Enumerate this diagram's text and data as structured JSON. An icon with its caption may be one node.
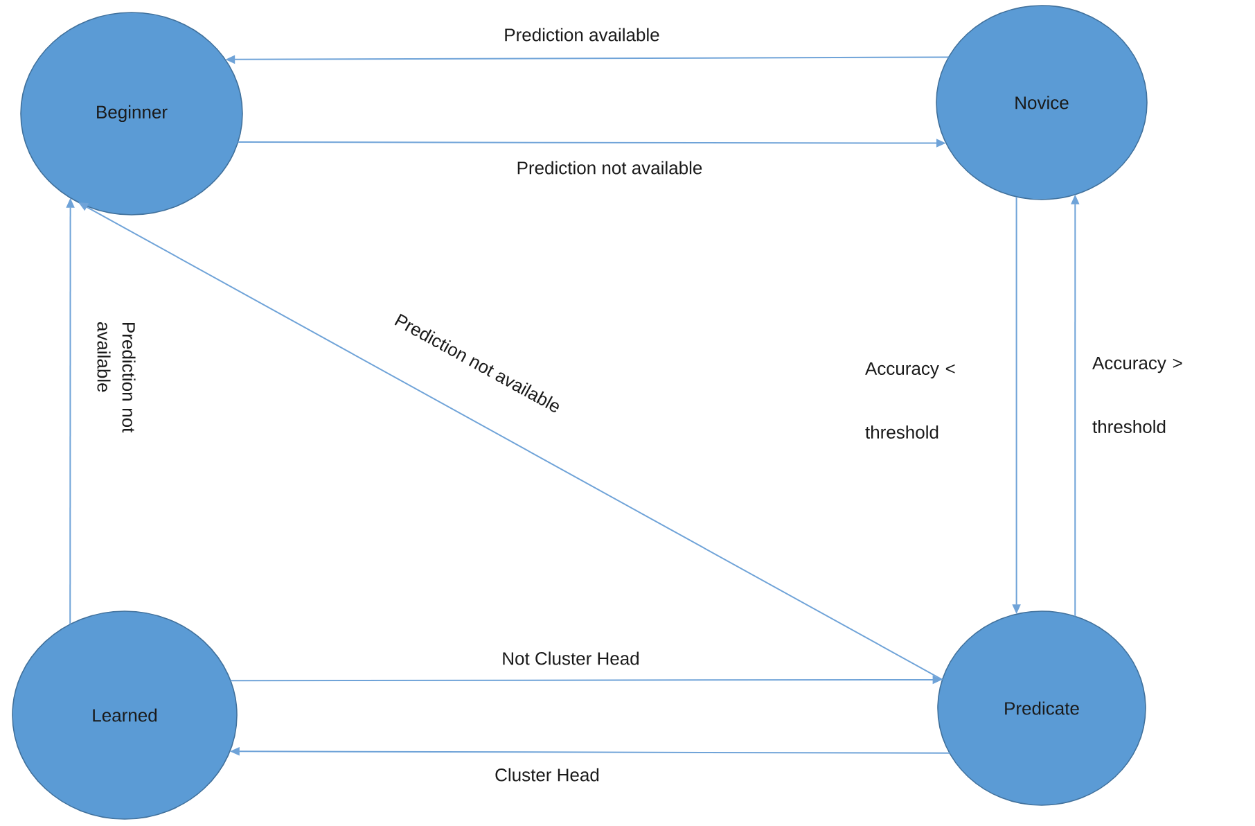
{
  "diagram": {
    "nodes": [
      {
        "text": [
          "Beginner"
        ]
      },
      {
        "text": [
          "Novice"
        ]
      },
      {
        "text": [
          "Learned"
        ]
      },
      {
        "text": [
          "Predicate"
        ]
      }
    ],
    "edges": [
      {
        "from": 1,
        "to": 0,
        "arrow": "to",
        "label": "Prediction available"
      },
      {
        "from": 0,
        "to": 1,
        "arrow": "to",
        "label": "Prediction not available"
      },
      {
        "from": 2,
        "to": 0,
        "arrow": "to",
        "label": "Prediction not available"
      },
      {
        "from": 3,
        "to": 0,
        "arrow": "to",
        "label": "Prediction not available"
      },
      {
        "from": 1,
        "to": 3,
        "arrow": "to",
        "label": "Accuracy < threshold"
      },
      {
        "from": 3,
        "to": 1,
        "arrow": "to",
        "label": "Accuracy > threshold"
      },
      {
        "from": 2,
        "to": 3,
        "arrow": "to",
        "label": "Not Cluster Head"
      },
      {
        "from": 3,
        "to": 2,
        "arrow": "to",
        "label": "Cluster Head"
      }
    ]
  }
}
